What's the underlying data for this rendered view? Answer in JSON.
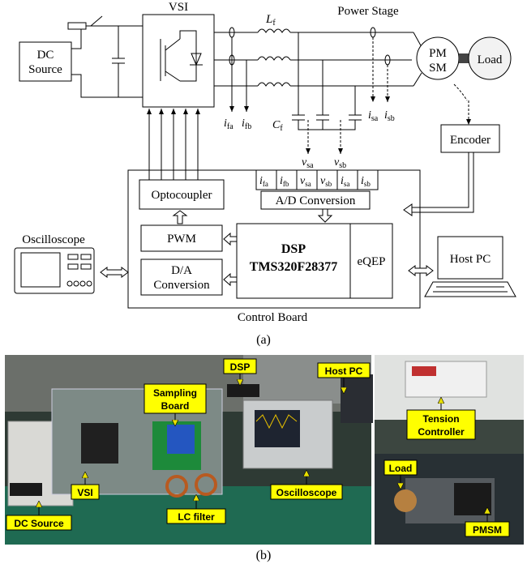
{
  "top": {
    "dc_source": [
      "DC",
      "Source"
    ],
    "vsi": "VSI",
    "lf_main": "L",
    "lf_sub": "f",
    "power_stage": "Power Stage",
    "pmsm": [
      "PM",
      "SM"
    ],
    "load": "Load",
    "cf_main": "C",
    "cf_sub": "f",
    "ifa": {
      "m": "i",
      "s": "fa"
    },
    "ifb": {
      "m": "i",
      "s": "fb"
    },
    "isa": {
      "m": "i",
      "s": "sa"
    },
    "isb": {
      "m": "i",
      "s": "sb"
    },
    "vsa": {
      "m": "v",
      "s": "sa"
    },
    "vsb": {
      "m": "v",
      "s": "sb"
    },
    "encoder": "Encoder",
    "optocoupler": "Optocoupler",
    "ad_conversion": "A/D Conversion",
    "ad_signals": [
      {
        "m": "i",
        "s": "fa"
      },
      {
        "m": "i",
        "s": "fb"
      },
      {
        "m": "v",
        "s": "sa"
      },
      {
        "m": "v",
        "s": "sb"
      },
      {
        "m": "i",
        "s": "sa"
      },
      {
        "m": "i",
        "s": "sb"
      }
    ],
    "pwm": "PWM",
    "da_conversion": [
      "D/A",
      "Conversion"
    ],
    "dsp": [
      "DSP",
      "TMS320F28377"
    ],
    "eqep": "eQEP",
    "oscilloscope": "Oscilloscope",
    "host_pc": "Host PC",
    "control_board": "Control Board",
    "caption_a": "(a)"
  },
  "photo": {
    "labels": {
      "dsp": "DSP",
      "host_pc": "Host PC",
      "sampling_board": [
        "Sampling",
        "Board"
      ],
      "tension_controller": [
        "Tension",
        "Controller"
      ],
      "vsi": "VSI",
      "oscilloscope": "Oscilloscope",
      "load": "Load",
      "dc_source": "DC Source",
      "lc_filter": "LC filter",
      "pmsm": "PMSM"
    },
    "caption_b": "(b)"
  }
}
